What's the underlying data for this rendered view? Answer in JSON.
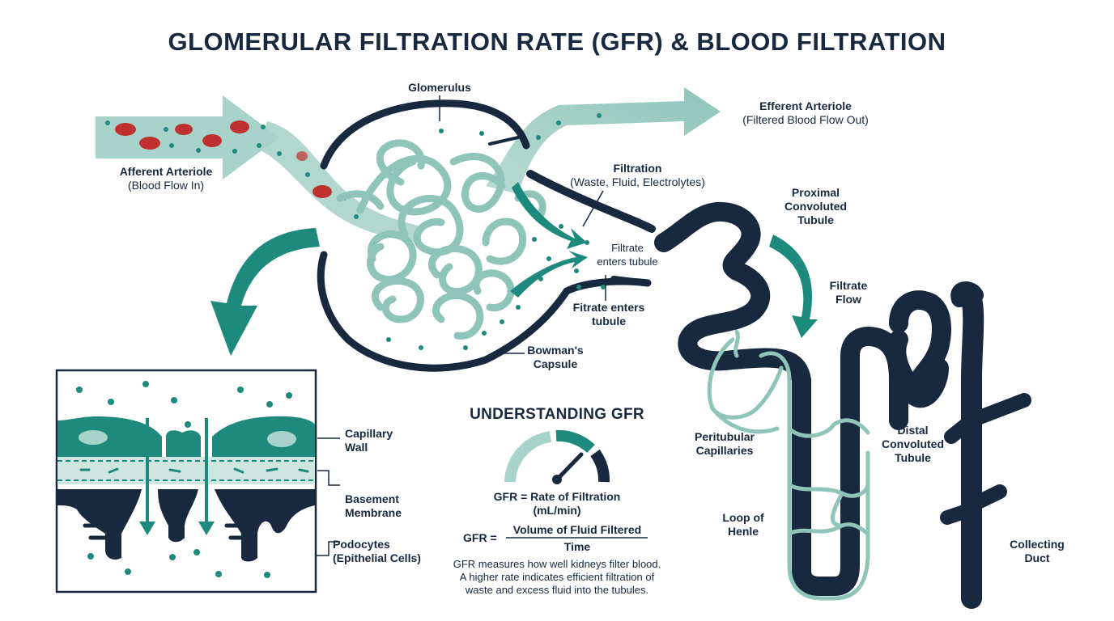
{
  "title": "GLOMERULAR FILTRATION RATE (GFR) & BLOOD FILTRATION",
  "labels": {
    "glomerulus": "Glomerulus",
    "afferent_title": "Afferent Arteriole",
    "afferent_sub": "(Blood Flow In)",
    "efferent_title": "Efferent Arteriole",
    "efferent_sub": "(Filtered Blood Flow Out)",
    "filtration_title": "Filtration",
    "filtration_sub": "(Waste, Fluid, Electrolytes)",
    "filtrate_enters_inner_1": "Filtrate",
    "filtrate_enters_inner_2": "enters tubule",
    "filtrate_enters_outer_1": "Fitrate enters",
    "filtrate_enters_outer_2": "tubule",
    "bowmans_1": "Bowman's",
    "bowmans_2": "Capsule",
    "proximal_1": "Proximal",
    "proximal_2": "Convoluted",
    "proximal_3": "Tubule",
    "filtrate_flow_1": "Filtrate",
    "filtrate_flow_2": "Flow",
    "peritubular_1": "Peritubular",
    "peritubular_2": "Capillaries",
    "distal_1": "Distal",
    "distal_2": "Convoluted",
    "distal_3": "Tubule",
    "loop_1": "Loop of",
    "loop_2": "Henle",
    "collecting_1": "Collecting",
    "collecting_2": "Duct",
    "capillary_wall_1": "Capillary",
    "capillary_wall_2": "Wall",
    "basement_1": "Basement",
    "basement_2": "Membrane",
    "podocytes_1": "Podocytes",
    "podocytes_2": "(Epithelial Cells)"
  },
  "gfr": {
    "heading": "UNDERSTANDING GFR",
    "def_1": "GFR = Rate of Filtration",
    "def_2": "(mL/min)",
    "formula_lhs": "GFR =",
    "formula_num": "Volume of Fluid Filtered",
    "formula_den": "Time",
    "desc_1": "GFR measures how well kidneys filter blood.",
    "desc_2": "A higher rate indicates efficient filtration of",
    "desc_3": "waste and excess fluid into the tubules."
  },
  "colors": {
    "navy": "#17283f",
    "teal": "#1e8a7e",
    "light_teal": "#8fc4b9",
    "pale_teal": "#cfe6e0",
    "red_cell": "#c0302f"
  }
}
